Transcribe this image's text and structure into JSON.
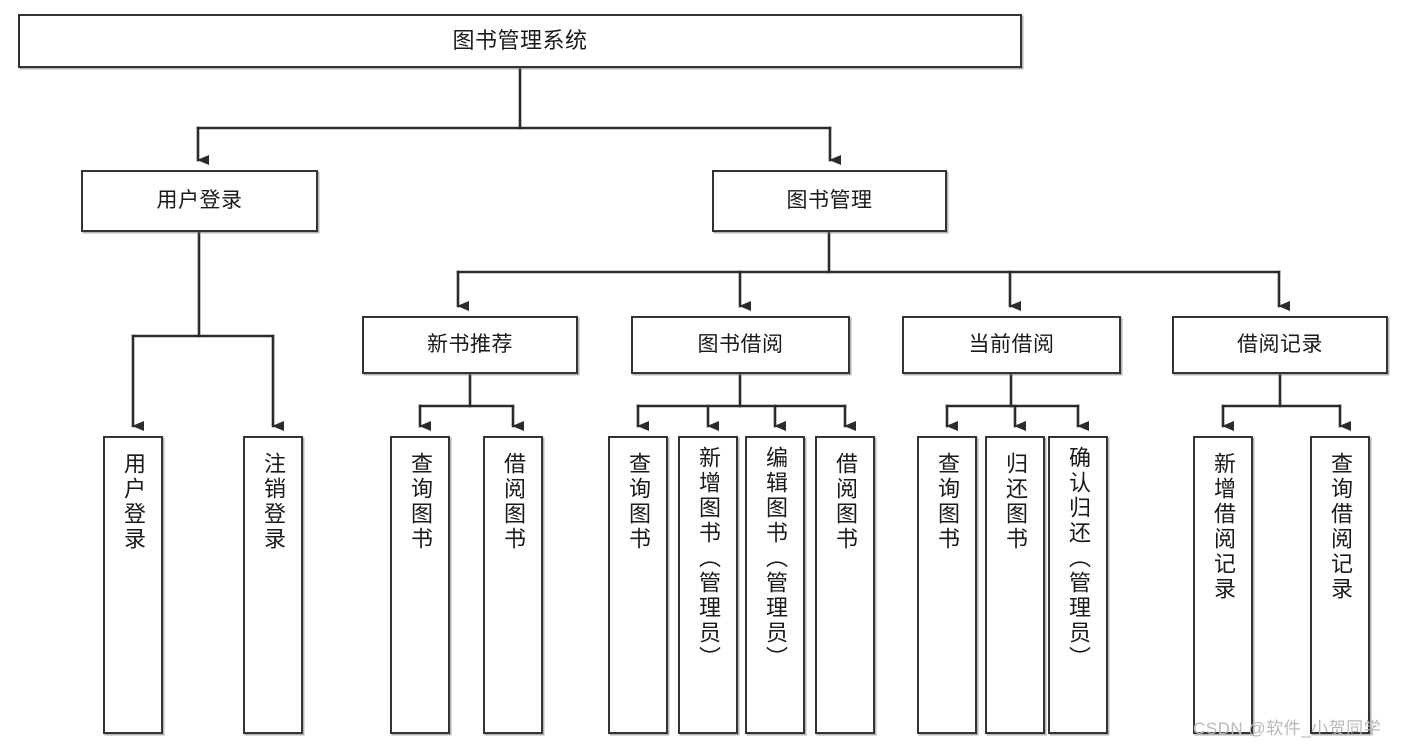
{
  "diagram": {
    "title": "图书管理系统",
    "type": "hierarchy-tree",
    "colors": {
      "box_border": "#333333",
      "box_fill": "#ffffff",
      "connector": "#2b2b2b",
      "watermark": "#b9b9b9",
      "background": "#ffffff"
    },
    "root": {
      "label": "图书管理系统"
    },
    "level2": [
      {
        "id": "user-login",
        "label": "用户登录"
      },
      {
        "id": "book-management",
        "label": "图书管理"
      }
    ],
    "level3": [
      {
        "id": "new-book-recommend",
        "label": "新书推荐"
      },
      {
        "id": "book-borrow",
        "label": "图书借阅"
      },
      {
        "id": "current-borrow",
        "label": "当前借阅"
      },
      {
        "id": "borrow-record",
        "label": "借阅记录"
      }
    ],
    "leaves": {
      "user_login": [
        {
          "id": "leaf-user-login",
          "label": "用户登录"
        },
        {
          "id": "leaf-logout-login",
          "label": "注销登录"
        }
      ],
      "new_book_recommend": [
        {
          "id": "leaf-query-book-1",
          "label": "查询图书"
        },
        {
          "id": "leaf-borrow-book-1",
          "label": "借阅图书"
        }
      ],
      "book_borrow": [
        {
          "id": "leaf-query-book-2",
          "label": "查询图书"
        },
        {
          "id": "leaf-add-book",
          "label": "新增图书（管理员）"
        },
        {
          "id": "leaf-edit-book",
          "label": "编辑图书（管理员）"
        },
        {
          "id": "leaf-borrow-book-2",
          "label": "借阅图书"
        }
      ],
      "current_borrow": [
        {
          "id": "leaf-query-book-3",
          "label": "查询图书"
        },
        {
          "id": "leaf-return-book",
          "label": "归还图书"
        },
        {
          "id": "leaf-confirm-return",
          "label": "确认归还（管理员）"
        }
      ],
      "borrow_record": [
        {
          "id": "leaf-add-record",
          "label": "新增借阅记录"
        },
        {
          "id": "leaf-query-record",
          "label": "查询借阅记录"
        }
      ]
    }
  },
  "watermark": {
    "text": "CSDN @软件_小贺同学"
  }
}
